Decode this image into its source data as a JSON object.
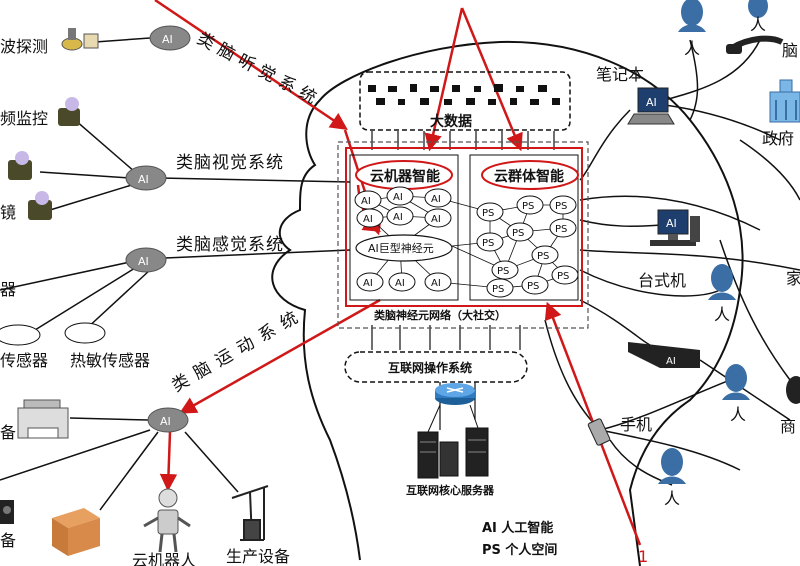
{
  "labels": {
    "ultrasonic": "波探测",
    "video_monitor": "频监控",
    "lens": "镜",
    "edge_qi": "器",
    "sensor": "传感器",
    "thermal_sensor": "热敏传感器",
    "edge_bei_left": "备",
    "edge_bei_bottom": "备",
    "cloud_robot": "云机器人",
    "production": "生产设备",
    "person": "人",
    "brain_edge": "脑",
    "notebook": "笔记本",
    "government": "政府",
    "desktop": "台式机",
    "right_edge_a": "家",
    "mobile": "手机",
    "business": "商",
    "ai_screen": "AI",
    "red_number": "1"
  },
  "systems": {
    "hearing": "类脑听觉系统",
    "vision": "类脑视觉系统",
    "sense": "类脑感觉系统",
    "motion": "类脑运动系统"
  },
  "center": {
    "big_data": "大数据",
    "cloud_machine": "云机器智能",
    "cloud_group": "云群体智能",
    "ai_giant": "AI巨型神经元",
    "network": "类脑神经元网络（大社交）",
    "internet_os": "互联网操作系统",
    "core_server": "互联网核心服务器"
  },
  "nodes": {
    "ai": "AI",
    "ps": "PS"
  },
  "legend": {
    "ai": "AI 人工智能",
    "ps": "PS 个人空间"
  }
}
